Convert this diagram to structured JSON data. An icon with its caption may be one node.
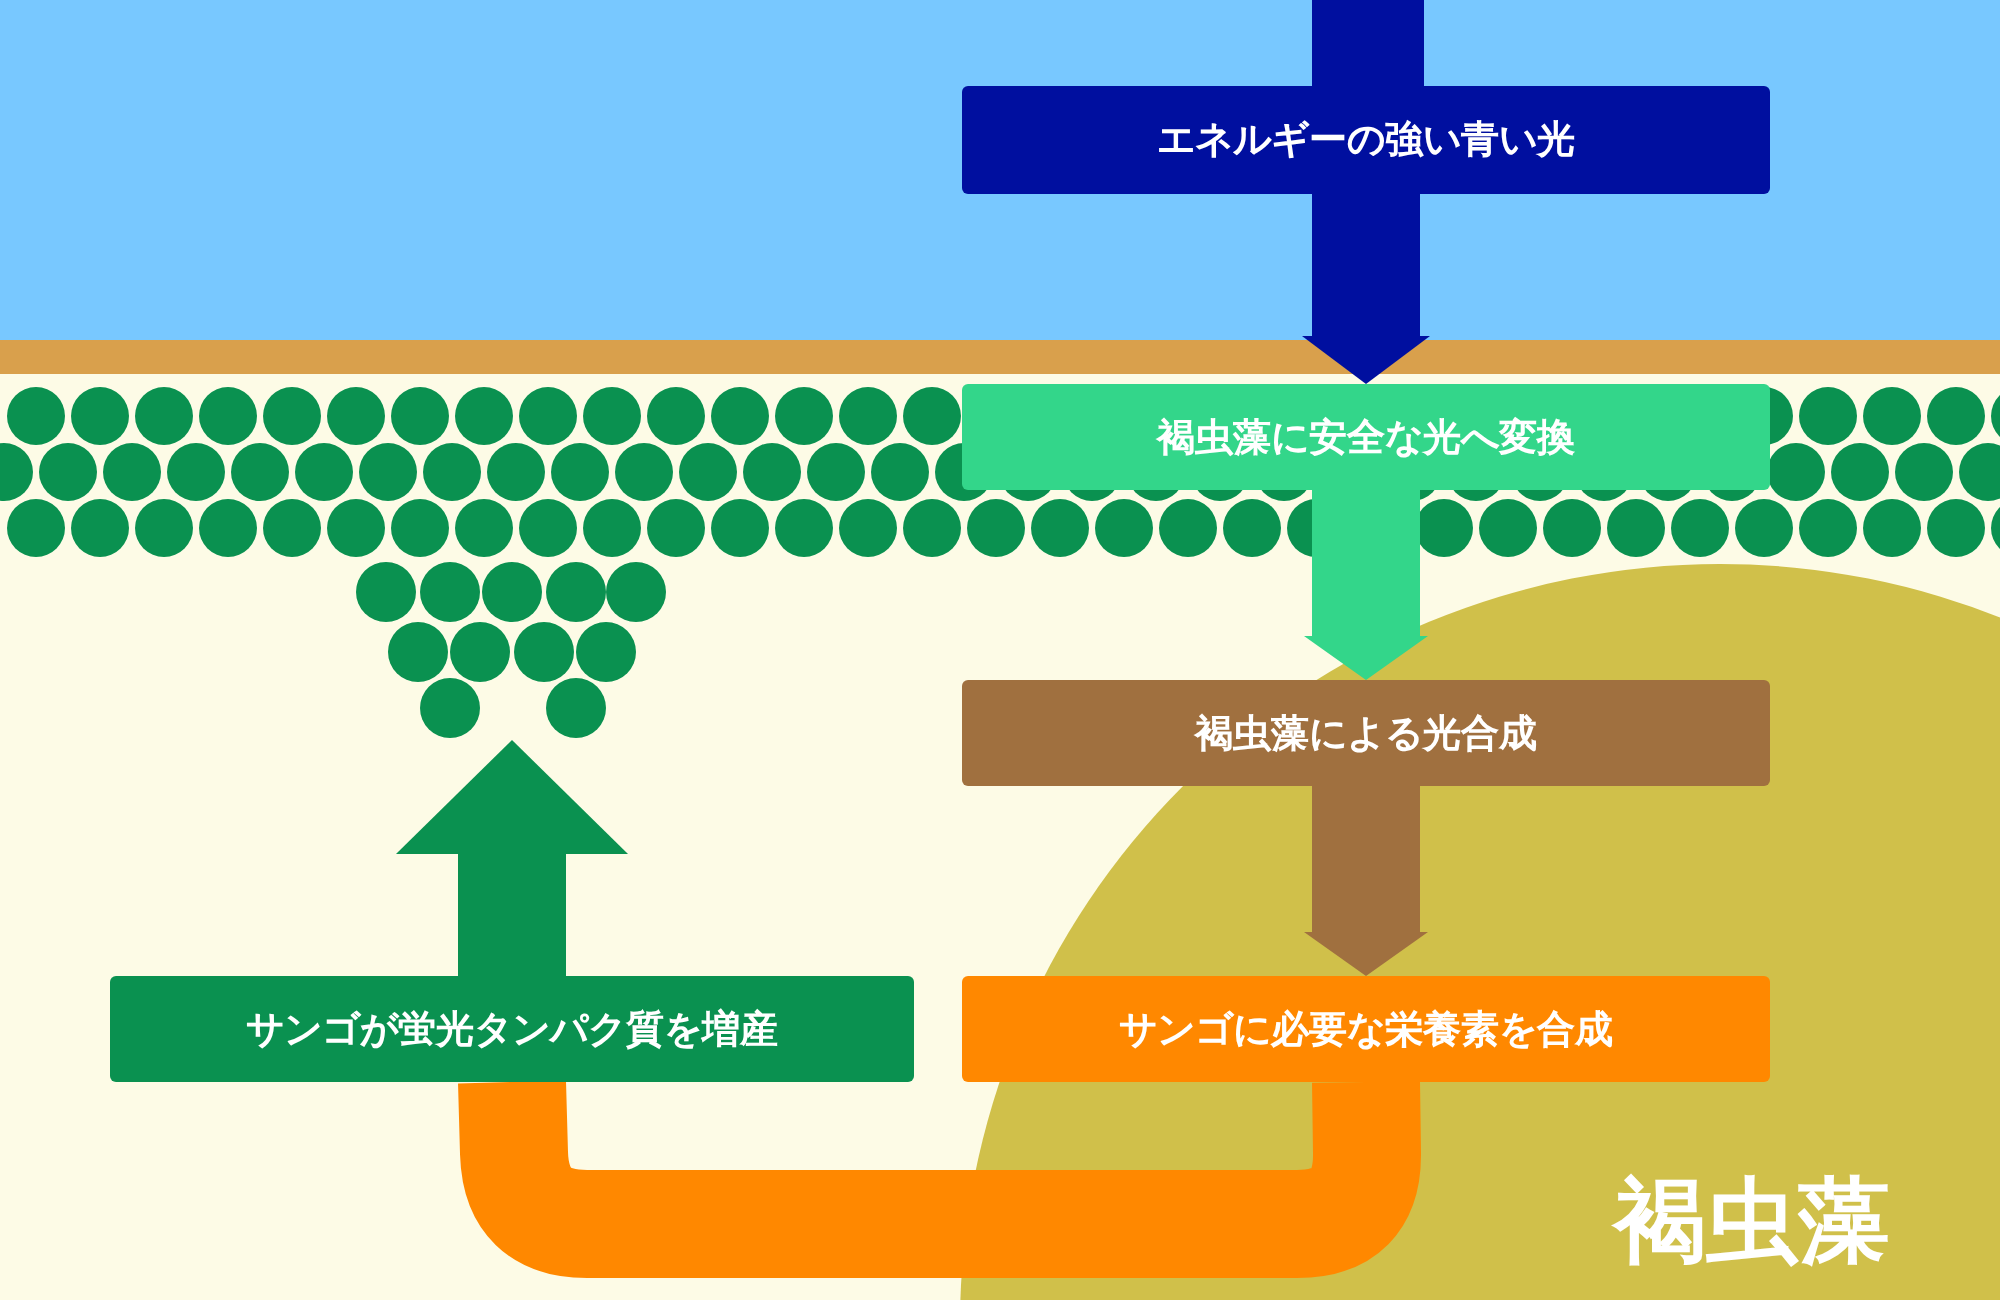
{
  "diagram": {
    "nodes": [
      {
        "text": [
          "エネルギーの強い青い光"
        ]
      },
      {
        "text": [
          "褐虫藻に安全な光へ変換"
        ]
      },
      {
        "text": [
          "褐虫藻による光合成"
        ]
      },
      {
        "text": [
          "サンゴに必要な栄養素を合成"
        ]
      },
      {
        "text": [
          "サンゴが蛍光タンパク質を増産"
        ]
      },
      {
        "text": [],
        "shape": "circle"
      }
    ],
    "edges": [
      {
        "from": 0,
        "to": 1,
        "arrow": "to",
        "color": "#000f9f"
      },
      {
        "from": 1,
        "to": 2,
        "arrow": "to",
        "color": "#33d68a"
      },
      {
        "from": 2,
        "to": 3,
        "arrow": "to",
        "color": "#a0703f"
      },
      {
        "from": 3,
        "to": 4,
        "arrow": "none",
        "color": "#ff8800"
      },
      {
        "from": 4,
        "to": 5,
        "arrow": "to",
        "color": "#0a9150"
      }
    ],
    "labels": [
      "褐虫藻"
    ]
  }
}
